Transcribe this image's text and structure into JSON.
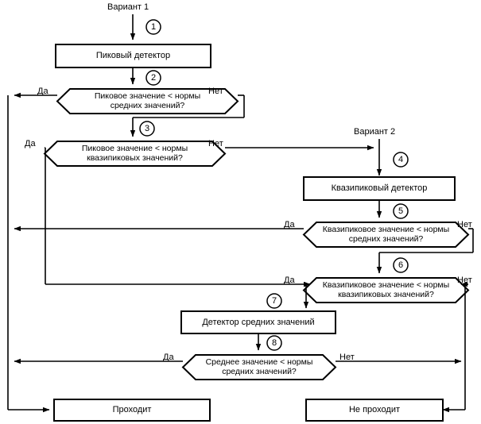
{
  "diagram": {
    "title": "Flowchart: peak / quasi-peak / average detector test sequence",
    "entry_labels": {
      "variant1": "Вариант 1",
      "variant2": "Вариант 2"
    },
    "yes_label": "Да",
    "no_label": "Нет",
    "steps": [
      "1",
      "2",
      "3",
      "4",
      "5",
      "6",
      "7",
      "8"
    ],
    "process_boxes": [
      {
        "id": "peak-detector",
        "label": "Пиковый детектор"
      },
      {
        "id": "quasipeak-detector",
        "label": "Квазипиковый детектор"
      },
      {
        "id": "average-detector",
        "label": "Детектор средних значений"
      }
    ],
    "decisions": [
      {
        "id": "d2",
        "step": "2",
        "line1": "Пиковое значение < нормы",
        "line2": "средних значений?"
      },
      {
        "id": "d3",
        "step": "3",
        "line1": "Пиковое значение < нормы",
        "line2": "квазипиковых значений?"
      },
      {
        "id": "d5",
        "step": "5",
        "line1": "Квазипиковое значение < нормы",
        "line2": "средних значений?"
      },
      {
        "id": "d6",
        "step": "6",
        "line1": "Квазипиковое значение < нормы",
        "line2": "квазипиковых значений?"
      },
      {
        "id": "d8",
        "step": "8",
        "line1": "Среднее значение < нормы",
        "line2": "средних значений?"
      }
    ],
    "terminals": [
      {
        "id": "pass",
        "label": "Проходит"
      },
      {
        "id": "fail",
        "label": "Не проходит"
      }
    ],
    "colors": {
      "stroke": "#000000",
      "fill": "#ffffff",
      "background": "#ffffff"
    }
  }
}
